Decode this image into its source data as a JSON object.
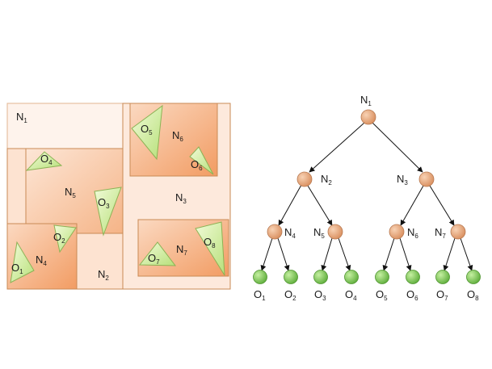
{
  "colors": {
    "box_border": "#c98a55",
    "box_fill_light": "#fde9dc",
    "box_fill_mid": "#f9c7a5",
    "box_fill_dark": "#f2a06a",
    "triangle_fill": "#c9ea8e",
    "triangle_stroke": "#8cb255",
    "internal_node": "#e0a27a",
    "leaf_node": "#7fc95a",
    "edge": "#111111"
  },
  "labels": {
    "N1": {
      "base": "N",
      "sub": "1"
    },
    "N2": {
      "base": "N",
      "sub": "2"
    },
    "N3": {
      "base": "N",
      "sub": "3"
    },
    "N4": {
      "base": "N",
      "sub": "4"
    },
    "N5": {
      "base": "N",
      "sub": "5"
    },
    "N6": {
      "base": "N",
      "sub": "6"
    },
    "N7": {
      "base": "N",
      "sub": "7"
    },
    "O1": {
      "base": "O",
      "sub": "1"
    },
    "O2": {
      "base": "O",
      "sub": "2"
    },
    "O3": {
      "base": "O",
      "sub": "3"
    },
    "O4": {
      "base": "O",
      "sub": "4"
    },
    "O5": {
      "base": "O",
      "sub": "5"
    },
    "O6": {
      "base": "O",
      "sub": "6"
    },
    "O7": {
      "base": "O",
      "sub": "7"
    },
    "O8": {
      "base": "O",
      "sub": "8"
    }
  },
  "tree": {
    "root": "N1",
    "children": {
      "N1": [
        "N2",
        "N3"
      ],
      "N2": [
        "N4",
        "N5"
      ],
      "N3": [
        "N6",
        "N7"
      ],
      "N4": [
        "O1",
        "O2"
      ],
      "N5": [
        "O3",
        "O4"
      ],
      "N6": [
        "O5",
        "O6"
      ],
      "N7": [
        "O7",
        "O8"
      ]
    }
  }
}
